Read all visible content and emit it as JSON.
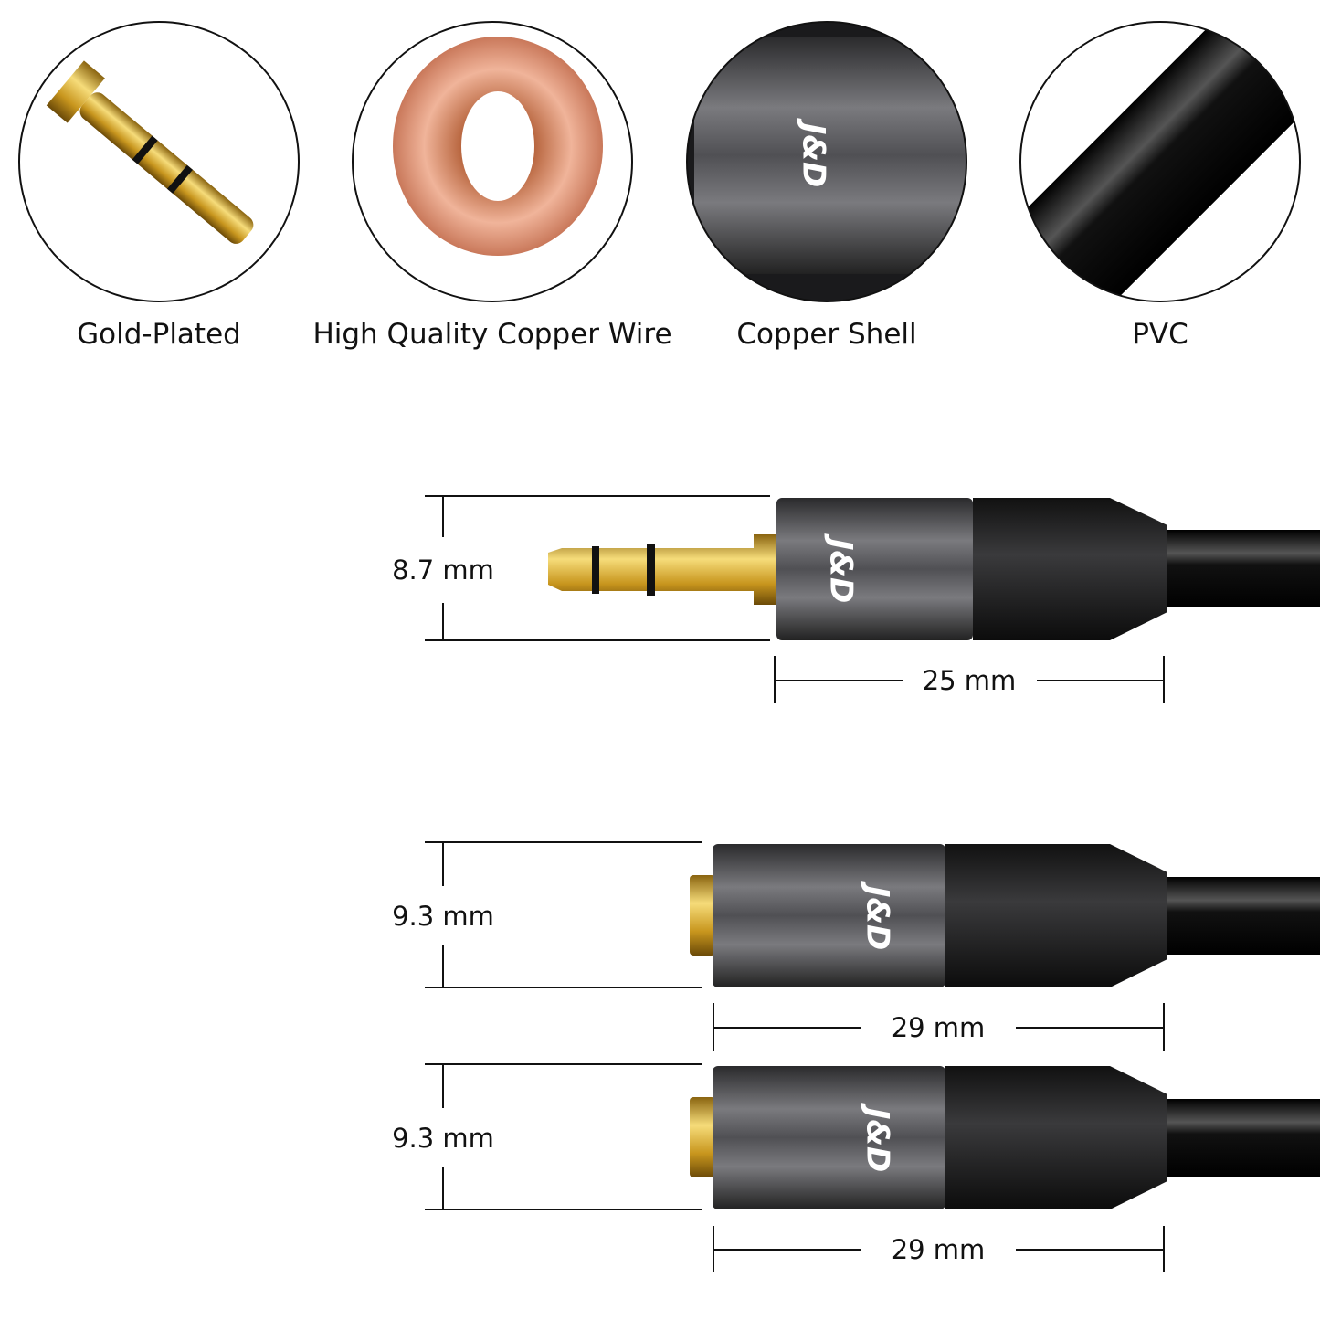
{
  "features": [
    {
      "label": "Gold-Plated"
    },
    {
      "label": "High Quality Copper Wire"
    },
    {
      "label": "Copper Shell"
    },
    {
      "label": "PVC"
    }
  ],
  "brand": "J&D",
  "dimensions": {
    "male_plug": {
      "height": "8.7 mm",
      "length": "25 mm"
    },
    "female_1": {
      "height": "9.3 mm",
      "length": "29 mm"
    },
    "female_2": {
      "height": "9.3 mm",
      "length": "29 mm"
    }
  },
  "colors": {
    "gold": "#d4a52a",
    "shell": "#4a4a4e",
    "cable": "#111111",
    "copper": "#d98a6a"
  }
}
